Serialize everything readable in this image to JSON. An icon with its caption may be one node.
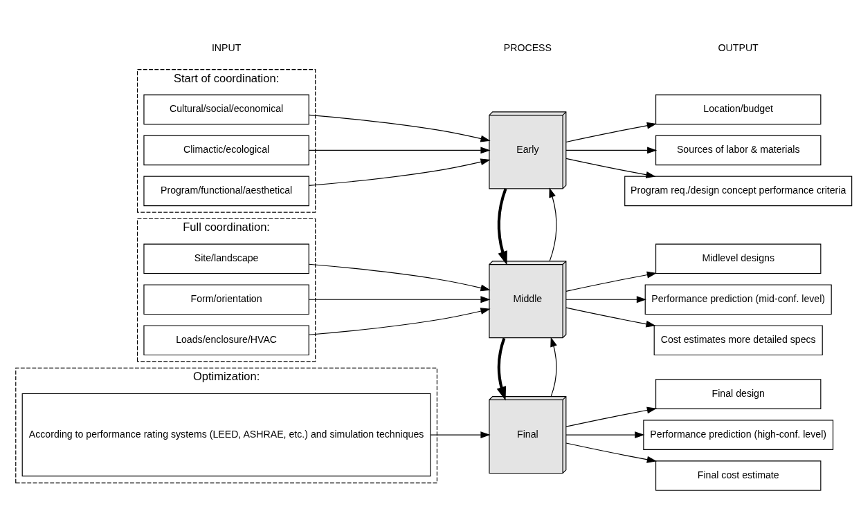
{
  "diagram": {
    "nodes": [
      {
        "text": [
          "Start of coordination:"
        ]
      },
      {
        "text": [
          "Cultural/social/economical"
        ],
        "in": 0
      },
      {
        "text": [
          "Climactic/ecological"
        ],
        "in": 0
      },
      {
        "text": [
          "Program/functional/aesthetical"
        ],
        "in": 0
      },
      {
        "text": [
          "Early"
        ]
      },
      {
        "text": [
          "Location/budget"
        ]
      },
      {
        "text": [
          "Sources of labor & materials"
        ]
      },
      {
        "text": [
          "Program req./design concept performance criteria"
        ]
      },
      {
        "text": [
          "Full coordination:"
        ]
      },
      {
        "text": [
          "Site/landscape"
        ],
        "in": 8
      },
      {
        "text": [
          "Form/orientation"
        ],
        "in": 8
      },
      {
        "text": [
          "Loads/enclosure/HVAC"
        ],
        "in": 8
      },
      {
        "text": [
          "Middle"
        ]
      },
      {
        "text": [
          "Midlevel designs"
        ]
      },
      {
        "text": [
          "Performance prediction (mid-conf. level)"
        ]
      },
      {
        "text": [
          "Cost estimates more detailed specs"
        ]
      },
      {
        "text": [
          "Optimization:"
        ]
      },
      {
        "text": [
          "According to performance rating systems (LEED, ASHRAE, etc.) and simulation techniques"
        ],
        "in": 16
      },
      {
        "text": [
          "Final"
        ]
      },
      {
        "text": [
          "Final design"
        ]
      },
      {
        "text": [
          "Performance prediction (high-conf. level)"
        ]
      },
      {
        "text": [
          "Final cost estimate"
        ]
      }
    ],
    "edges": [
      {
        "from": 1,
        "to": 4,
        "arrow": "to"
      },
      {
        "from": 2,
        "to": 4,
        "arrow": "to"
      },
      {
        "from": 3,
        "to": 4,
        "arrow": "to"
      },
      {
        "from": 4,
        "to": 5,
        "arrow": "to"
      },
      {
        "from": 4,
        "to": 6,
        "arrow": "to"
      },
      {
        "from": 4,
        "to": 7,
        "arrow": "to"
      },
      {
        "from": 12,
        "to": 4,
        "arrow": "to"
      },
      {
        "from": 4,
        "to": 12,
        "arrow": "to",
        "style": "thick"
      },
      {
        "from": 9,
        "to": 12,
        "arrow": "to"
      },
      {
        "from": 10,
        "to": 12,
        "arrow": "to"
      },
      {
        "from": 11,
        "to": 12,
        "arrow": "to"
      },
      {
        "from": 12,
        "to": 13,
        "arrow": "to"
      },
      {
        "from": 12,
        "to": 14,
        "arrow": "to"
      },
      {
        "from": 12,
        "to": 15,
        "arrow": "to"
      },
      {
        "from": 18,
        "to": 12,
        "arrow": "to"
      },
      {
        "from": 12,
        "to": 18,
        "arrow": "to",
        "style": "thick"
      },
      {
        "from": 17,
        "to": 18,
        "arrow": "to"
      },
      {
        "from": 18,
        "to": 19,
        "arrow": "to"
      },
      {
        "from": 18,
        "to": 20,
        "arrow": "to"
      },
      {
        "from": 18,
        "to": 21,
        "arrow": "to"
      }
    ],
    "labels": [
      "INPUT",
      "PROCESS",
      "OUTPUT"
    ]
  }
}
